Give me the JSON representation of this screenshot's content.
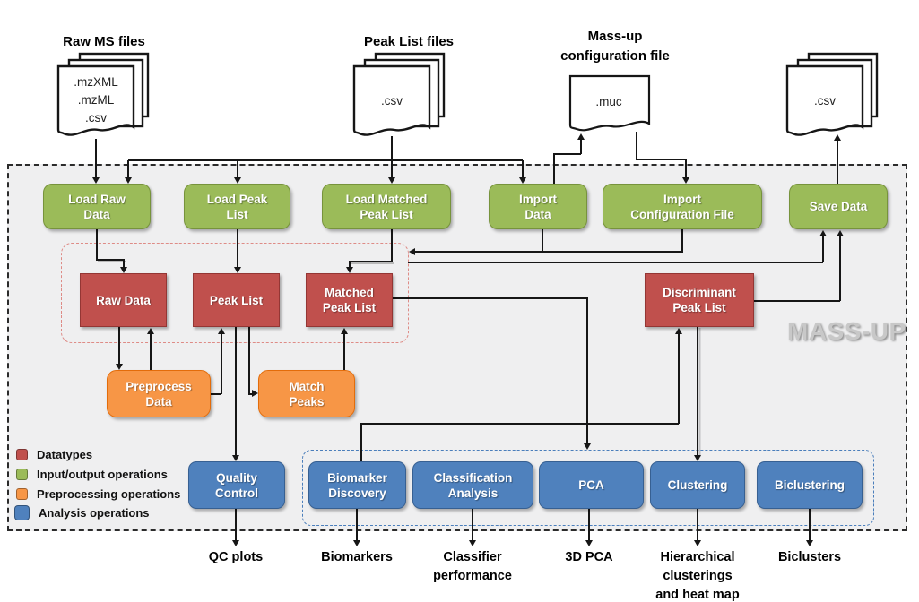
{
  "watermark": "MASS-UP",
  "files": {
    "raw": {
      "title": "Raw MS files",
      "formats": ".mzXML\n.mzML\n.csv"
    },
    "peaklist": {
      "title": "Peak List files",
      "formats": ".csv"
    },
    "config": {
      "title": "Mass-up\nconfiguration file",
      "formats": ".muc"
    },
    "export": {
      "formats": ".csv"
    }
  },
  "operations": {
    "io": [
      "Load Raw Data",
      "Load Peak List",
      "Load Matched Peak List",
      "Import Data",
      "Import Configuration File",
      "Save Data"
    ],
    "datatypes": [
      "Raw Data",
      "Peak List",
      "Matched Peak List",
      "Discriminant Peak List"
    ],
    "preprocessing": [
      "Preprocess Data",
      "Match Peaks"
    ],
    "analysis": [
      "Quality Control",
      "Biomarker Discovery",
      "Classification Analysis",
      "PCA",
      "Clustering",
      "Biclustering"
    ]
  },
  "outputs": [
    "QC plots",
    "Biomarkers",
    "Classifier\nperformance",
    "3D PCA",
    "Hierarchical\nclusterings\nand heat map",
    "Biclusters"
  ],
  "legend": [
    {
      "label": "Datatypes",
      "color": "#C0504D"
    },
    {
      "label": "Input/output operations",
      "color": "#9BBB59"
    },
    {
      "label": "Preprocessing operations",
      "color": "#F79646"
    },
    {
      "label": "Analysis operations",
      "color": "#4F81BD"
    }
  ],
  "colors": {
    "datatype": "#C0504D",
    "datatype_border": "#943634",
    "io": "#9BBB59",
    "io_border": "#77933C",
    "preprocessing": "#F79646",
    "preprocessing_border": "#E36C0A",
    "analysis": "#4F81BD",
    "analysis_border": "#376092"
  }
}
